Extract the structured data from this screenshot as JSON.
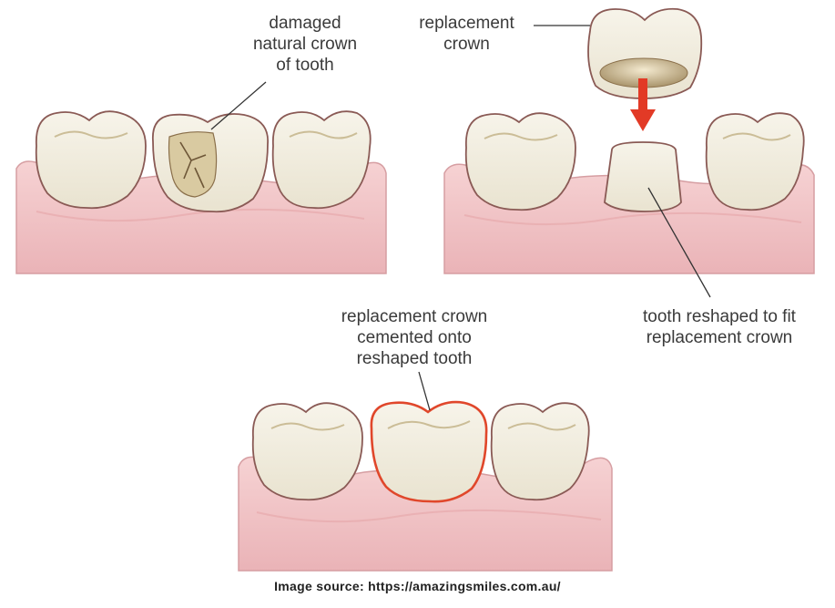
{
  "labels": {
    "damaged": [
      "damaged",
      "natural crown",
      "of tooth"
    ],
    "replacement": [
      "replacement",
      "crown"
    ],
    "reshaped": [
      "tooth reshaped to fit",
      "replacement crown"
    ],
    "cemented": [
      "replacement crown",
      "cemented onto",
      "reshaped tooth"
    ]
  },
  "credit": "Image source: https://amazingsmiles.com.au/",
  "colors": {
    "gum": "#f2c4c6",
    "gum_dark": "#e7aeb2",
    "tooth": "#f3efe2",
    "tooth_outline": "#8a5a55",
    "crown_outline": "#e0472b",
    "arrow": "#e23a26",
    "leader": "#333333",
    "text": "#3a3a3a"
  }
}
